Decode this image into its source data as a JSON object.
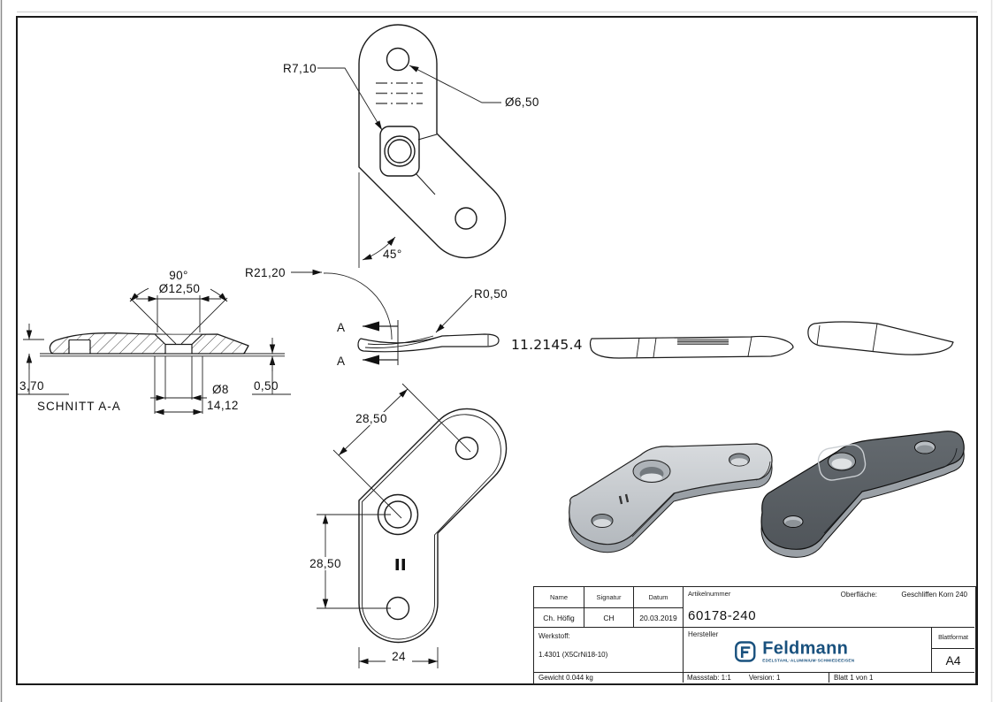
{
  "page": {
    "bg": "#ffffff",
    "frame_color": "#1a1a1a",
    "accent_blue": "#19517e"
  },
  "drawing": {
    "top_view": {
      "boss_radius": "R7,10",
      "hole_diameter": "Ø6,50",
      "arm_angle": "45°"
    },
    "section_view": {
      "title": "SCHNITT A-A",
      "countersink_angle": "90°",
      "countersink_diameter": "Ø12,50",
      "bend_radius": "R21,20",
      "thickness": "3,70",
      "hole_diameter": "Ø8",
      "countersink_width": "14,12",
      "edge_offset": "0,50"
    },
    "side_view": {
      "cut_label_top": "A",
      "cut_label_bottom": "A",
      "edge_radius": "R0,50"
    },
    "stamp": "11.2145.4",
    "front_view": {
      "arm_length_diagonal": "28,50",
      "arm_length_vertical": "28,50",
      "width": "24"
    }
  },
  "title_block": {
    "headers": {
      "name": "Name",
      "signature": "Signatur",
      "date": "Datum",
      "article_number": "Artikelnummer",
      "surface_label": "Oberfläche:",
      "material_label": "Werkstoff:",
      "manufacturer_label": "Hersteller",
      "sheet_format_label": "Blattformat"
    },
    "values": {
      "name": "Ch. Höfig",
      "signature": "CH",
      "date": "20.03.2019",
      "article_number": "60178-240",
      "surface": "Geschliffen Korn 240",
      "material": "1.4301 (X5CrNi18-10)",
      "sheet_format": "A4",
      "weight": "Gewicht 0.044 kg",
      "scale": "Massstab: 1:1",
      "version": "Version: 1",
      "sheet": "Blatt 1 von 1"
    },
    "logo": {
      "brand": "Feldmann",
      "tagline": "EDELSTAHL·ALUMINIUM·SCHMIEDEEISEN"
    }
  }
}
